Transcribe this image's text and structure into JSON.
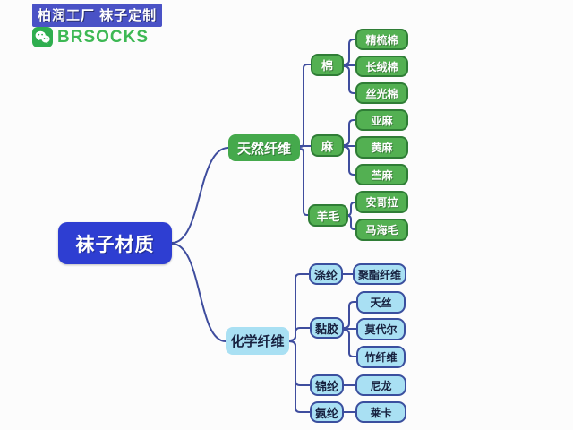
{
  "header": {
    "badge": "柏润工厂 袜子定制",
    "brand": "BRSOCKS"
  },
  "colors": {
    "badge_bg": "#4a52c6",
    "brand_green": "#3db854",
    "wechat_icon_green": "#2fae4f",
    "root_bg": "#2e3ed2",
    "natural_green": "#53b052",
    "natural_border": "#2f7d36",
    "chemical_blue": "#a9e0f3",
    "chemical_border": "#3a4f9e",
    "edge": "#3f4d9e"
  },
  "mindmap": {
    "root": {
      "label": "袜子材质"
    },
    "branches": [
      {
        "label": "天然纤维",
        "children": [
          {
            "label": "棉",
            "children": [
              {
                "label": "精梳棉"
              },
              {
                "label": "长绒棉"
              },
              {
                "label": "丝光棉"
              }
            ]
          },
          {
            "label": "麻",
            "children": [
              {
                "label": "亚麻"
              },
              {
                "label": "黄麻"
              },
              {
                "label": "苎麻"
              }
            ]
          },
          {
            "label": "羊毛",
            "children": [
              {
                "label": "安哥拉"
              },
              {
                "label": "马海毛"
              }
            ]
          }
        ]
      },
      {
        "label": "化学纤维",
        "children": [
          {
            "label": "涤纶",
            "children": [
              {
                "label": "聚酯纤维"
              }
            ]
          },
          {
            "label": "黏胶",
            "children": [
              {
                "label": "天丝"
              },
              {
                "label": "莫代尔"
              },
              {
                "label": "竹纤维"
              }
            ]
          },
          {
            "label": "锦纶",
            "children": [
              {
                "label": "尼龙"
              }
            ]
          },
          {
            "label": "氨纶",
            "children": [
              {
                "label": "莱卡"
              }
            ]
          }
        ]
      }
    ]
  }
}
